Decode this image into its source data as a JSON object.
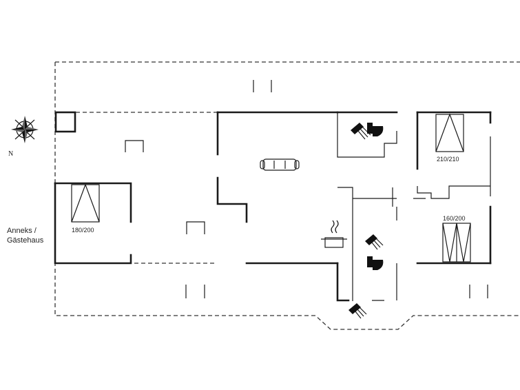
{
  "compass": {
    "north_label": "N",
    "icon": "compass-rose-icon"
  },
  "annex_label": {
    "line1": "Anneks /",
    "line2": "Gästehaus"
  },
  "beds": [
    {
      "id": "annex-bed",
      "size": "180/200"
    },
    {
      "id": "bed-1",
      "size": "210/210"
    },
    {
      "id": "bed-2",
      "size": "160/200"
    }
  ],
  "icons": [
    "shower-icon",
    "toilet-icon",
    "sofa-icon",
    "stove-pot-icon"
  ]
}
